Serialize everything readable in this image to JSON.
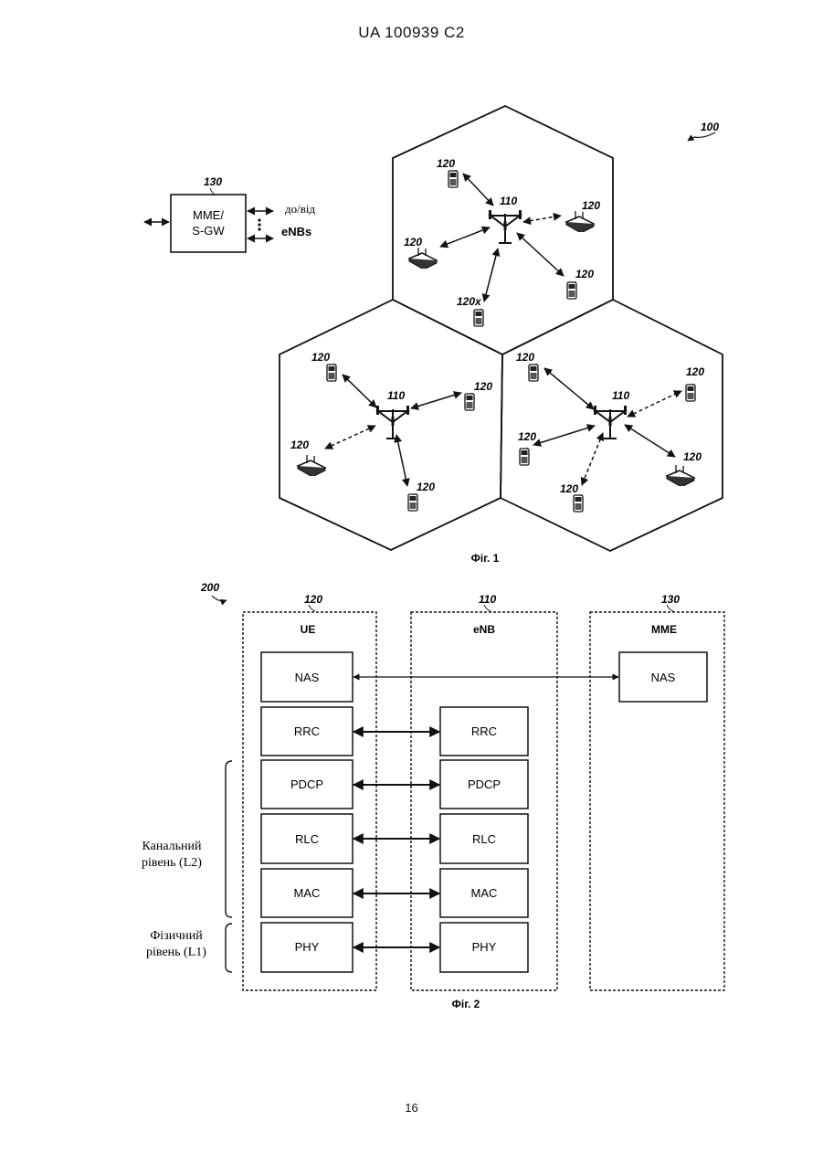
{
  "header": "UA   100939   C2",
  "page_number": "16",
  "fig1": {
    "caption": "Фіг. 1",
    "system_ref": "100",
    "mme_box": {
      "ref": "130",
      "line1": "MME/",
      "line2": "S-GW",
      "to_from": "до/від",
      "enbs": "eNBs"
    },
    "enb_ref": "110",
    "ue_ref": "120",
    "ue_ref_x": "120x"
  },
  "fig2": {
    "caption": "Фіг. 2",
    "system_ref": "200",
    "columns": [
      {
        "ref": "120",
        "title": "UE",
        "layers": [
          "NAS",
          "RRC",
          "PDCP",
          "RLC",
          "MAC",
          "PHY"
        ]
      },
      {
        "ref": "110",
        "title": "eNB",
        "layers": [
          "RRC",
          "PDCP",
          "RLC",
          "MAC",
          "PHY"
        ]
      },
      {
        "ref": "130",
        "title": "MME",
        "layers": [
          "NAS"
        ]
      }
    ],
    "l2_label": [
      "Канальний",
      "рівень (L2)"
    ],
    "l1_label": [
      "Фізичний",
      "рівень (L1)"
    ]
  }
}
